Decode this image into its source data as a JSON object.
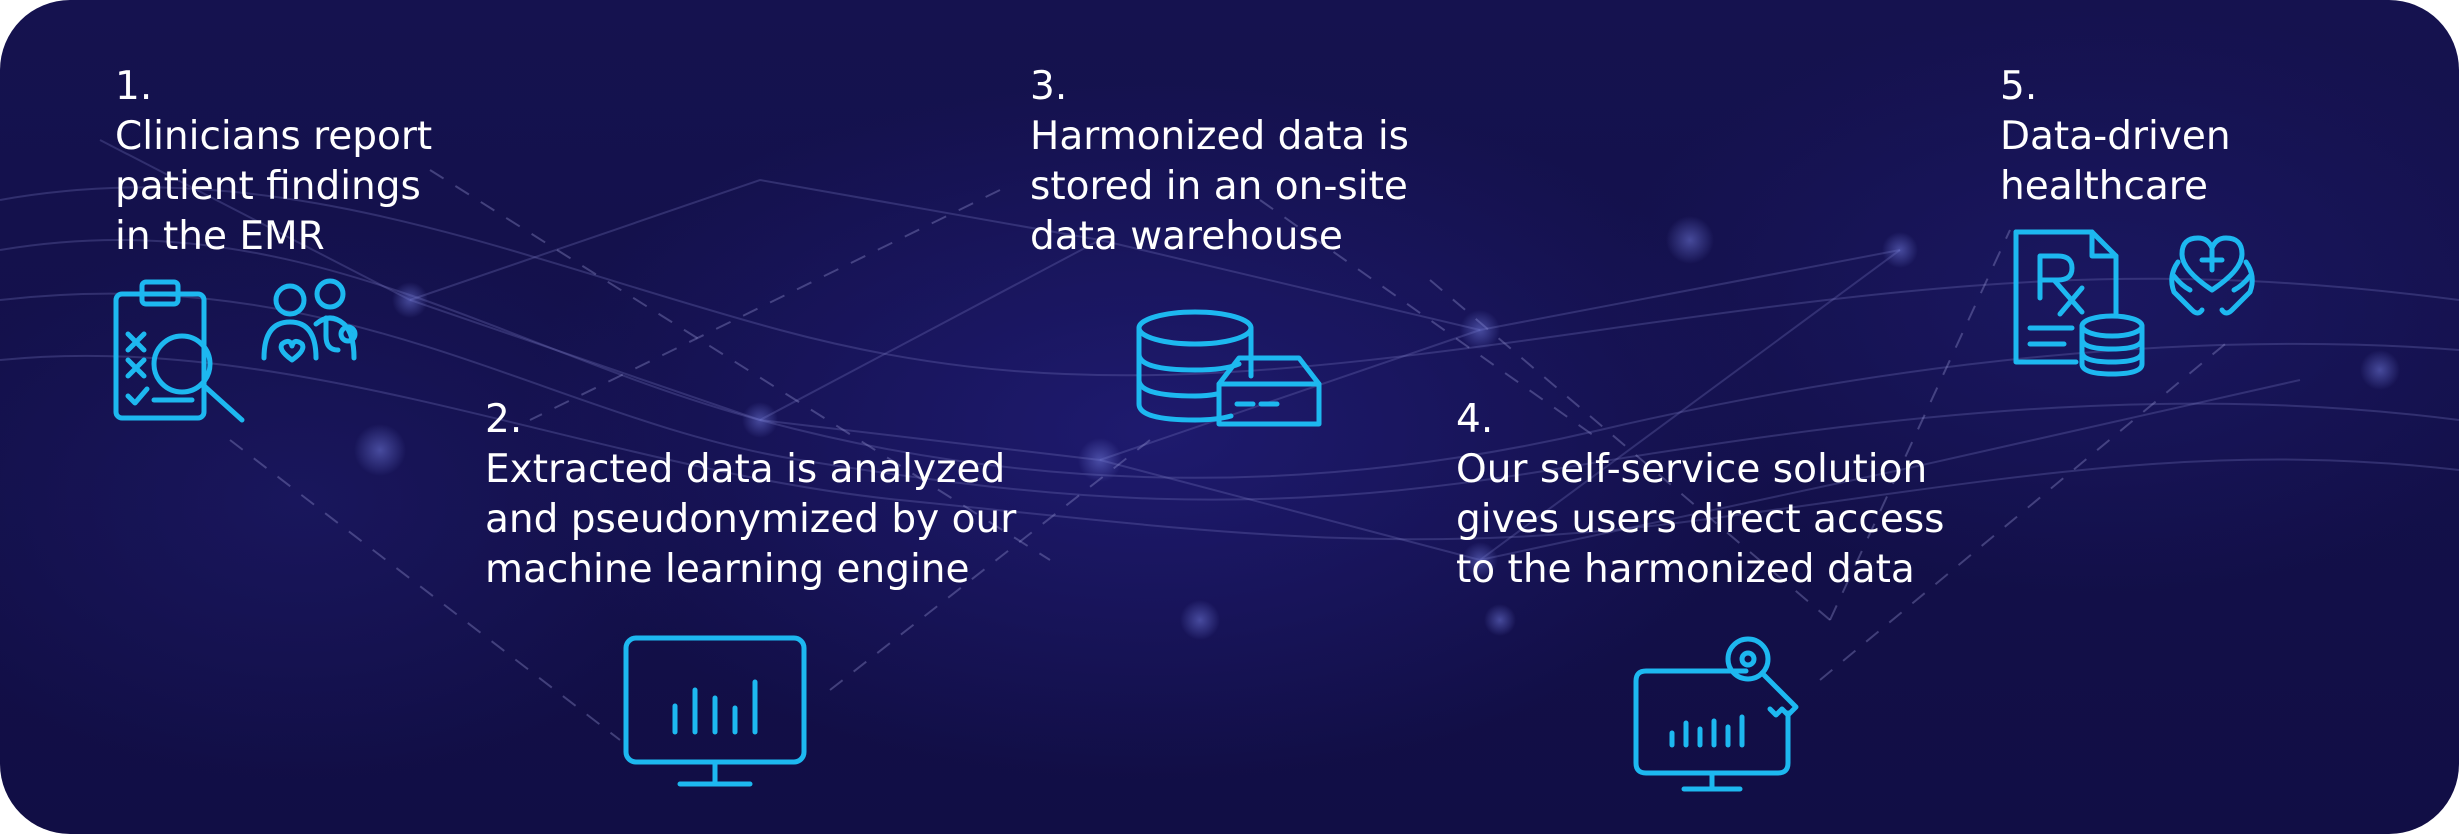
{
  "colors": {
    "background": "#15124f",
    "accent": "#1db8f0",
    "text": "#ffffff",
    "network": "#8c8ccc"
  },
  "steps": [
    {
      "number": "1.",
      "text": "Clinicians report\npatient findings\nin the EMR",
      "icon": "clipboard-magnifier-clinicians-icon"
    },
    {
      "number": "2.",
      "text": "Extracted data is analyzed\nand pseudonymized by our\nmachine learning engine",
      "icon": "monitor-chart-icon"
    },
    {
      "number": "3.",
      "text": "Harmonized data is\nstored in an on-site\ndata warehouse",
      "icon": "database-server-icon"
    },
    {
      "number": "4.",
      "text": "Our self-service solution\ngives users direct access\nto the harmonized data",
      "icon": "monitor-key-icon"
    },
    {
      "number": "5.",
      "text": "Data-driven\nhealthcare",
      "icon": "prescription-heart-hands-icon"
    }
  ]
}
